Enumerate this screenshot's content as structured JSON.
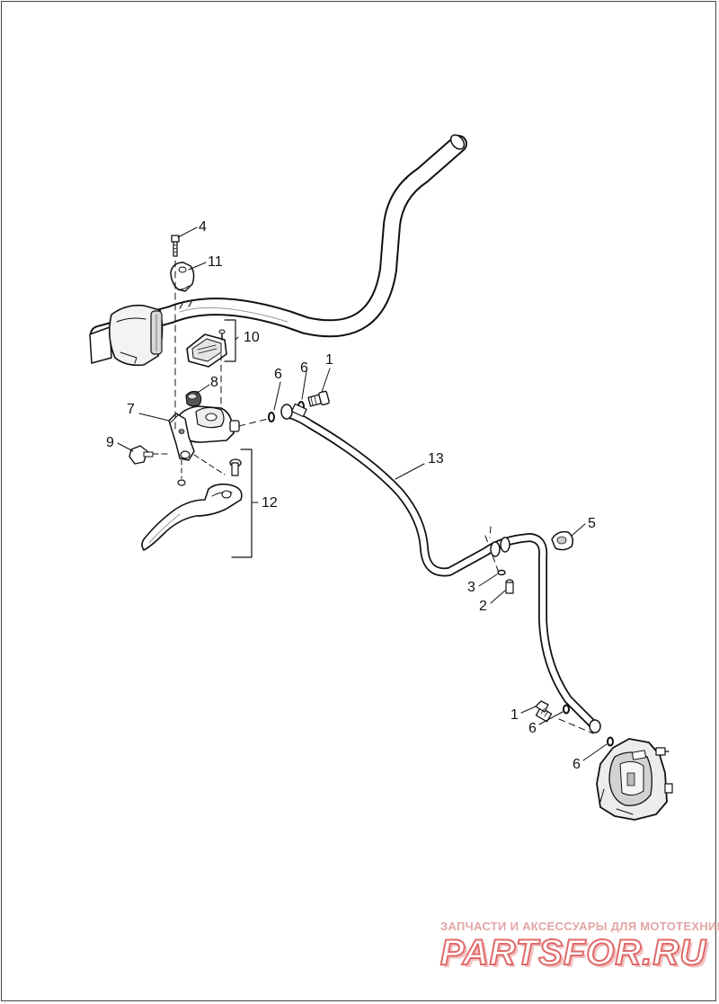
{
  "callouts": {
    "c1a": "1",
    "c1b": "1",
    "c2": "2",
    "c3": "3",
    "c4": "4",
    "c5": "5",
    "c6a": "6",
    "c6b": "6",
    "c6c": "6",
    "c6d": "6",
    "c7": "7",
    "c8": "8",
    "c9": "9",
    "c10": "10",
    "c11": "11",
    "c12": "12",
    "c13": "13"
  },
  "watermark": {
    "tagline": "ЗАПЧАСТИ И АКСЕССУАРЫ ДЛЯ МОТОТЕХНИКИ",
    "brand": "PARTSFOR.RU"
  },
  "colors": {
    "line": "#111111",
    "part_fill": "#ffffff",
    "shade": "#bdbdbd",
    "watermark": "#e06a6a"
  }
}
